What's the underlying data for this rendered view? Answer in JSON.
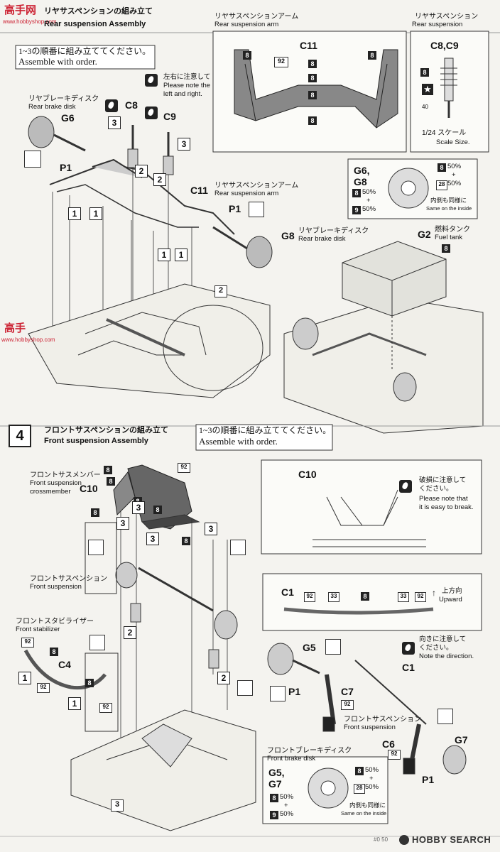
{
  "watermark_top": "高手网",
  "watermark_top_sub": "www.hobbyshop.com",
  "watermark_left": "高手",
  "watermark_left_sub": "www.hobbyshop.com",
  "rear": {
    "title_jp": "リヤサスペンションの組み立て",
    "title_en": "Rear suspension Assembly",
    "order_jp": "1~3の順番に組み立ててください。",
    "order_en": "Assemble with order.",
    "arm_panel_jp": "リヤサスペンションアーム",
    "arm_panel_en": "Rear suspension arm",
    "arm_part": "C11",
    "arm_tag_92": "92",
    "arm_tag_8": "8",
    "susp_panel_jp": "リヤサスペンション",
    "susp_panel_en": "Rear suspension",
    "susp_parts": "C8,C9",
    "susp_tag_8": "8",
    "susp_tag_40": "40",
    "scale_jp": "1/24 スケール",
    "scale_en": "Scale Size.",
    "disk_label_jp": "リヤブレーキディスク",
    "disk_label_en": "Rear brake disk",
    "g6": "G6",
    "p1": "P1",
    "c8": "C8",
    "c9": "C9",
    "lr_note_jp": "左右に注意して",
    "lr_note_en1": "Please note the",
    "lr_note_en2": "left and right.",
    "c11": "C11",
    "c11_jp": "リヤサスペンションアーム",
    "c11_en": "Rear suspension arm",
    "p1b": "P1",
    "g8": "G8",
    "g8_jp": "リヤブレーキディスク",
    "g8_en": "Rear brake disk",
    "paint_parts": "G6,\nG8",
    "paint_parts_1": "G6,",
    "paint_parts_2": "G8",
    "mix1": "50%",
    "mix2": "50%",
    "mix3": "50%",
    "mix4": "50%",
    "mix_tag_8a": "8",
    "mix_tag_28": "28",
    "mix_tag_8b": "8",
    "mix_tag_9": "9",
    "plus": "+",
    "inside_jp": "内側も同様に",
    "inside_en": "Same on the inside",
    "tank_part": "G2",
    "tank_jp": "燃料タンク",
    "tank_en": "Fuel tank",
    "tank_tag": "8",
    "step2": "2",
    "num1": "1",
    "num2": "2",
    "num3": "3"
  },
  "front": {
    "step": "4",
    "title_jp": "フロントサスペンションの組み立て",
    "title_en": "Front suspension Assembly",
    "order_jp": "1~3の順番に組み立ててください。",
    "order_en": "Assemble with order.",
    "crossmember_jp": "フロントサスメンバー",
    "crossmember_en1": "Front suspension",
    "crossmember_en2": "crossmember",
    "c10": "C10",
    "tag8": "8",
    "tag92": "92",
    "c10_panel": "C10",
    "break_note_jp1": "破損に注意して",
    "break_note_jp2": "ください。",
    "break_note_en1": "Please note that",
    "break_note_en2": "it is easy to break.",
    "susp_jp": "フロントサスペンション",
    "susp_en": "Front suspension",
    "stab_jp": "フロントスタビライザー",
    "stab_en": "Front stabilizer",
    "c4": "C4",
    "c1": "C1",
    "c1_tags": [
      "92",
      "33",
      "8",
      "33",
      "92"
    ],
    "upward_jp": "上方向",
    "upward_en": "Upward",
    "direction_jp1": "向きに注意して",
    "direction_jp2": "ください。",
    "direction_en": "Note the direction.",
    "g5": "G5",
    "c1b": "C1",
    "p1": "P1",
    "c7": "C7",
    "c7_tag": "92",
    "susp2_jp": "フロントサスペンション",
    "susp2_en": "Front suspension",
    "c6": "C6",
    "c6_tag": "92",
    "g7": "G7",
    "p1b": "P1",
    "disk_jp": "フロントブレーキディスク",
    "disk_en": "Front brake disk",
    "paint_parts_1": "G5,",
    "paint_parts_2": "G7",
    "step3": "3"
  },
  "footer": "HOBBY SEARCH",
  "footer_page": "#0 50"
}
